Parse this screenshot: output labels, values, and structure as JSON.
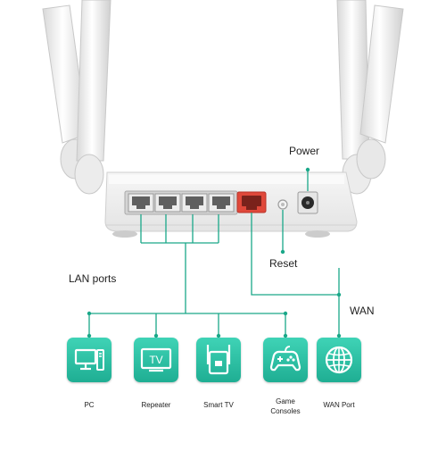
{
  "labels": {
    "power": "Power",
    "reset": "Reset",
    "lan_ports": "LAN ports",
    "wan": "WAN"
  },
  "devices": [
    {
      "label": "PC",
      "icon": "pc-icon"
    },
    {
      "label": "Repeater",
      "icon": "repeater-tv-icon"
    },
    {
      "label": "Smart TV",
      "icon": "range-extender-icon"
    },
    {
      "label": "Game\nConsoles",
      "icon": "gamepad-icon"
    },
    {
      "label": "WAN Port",
      "icon": "globe-icon"
    }
  ],
  "device_caption_tv": "TV",
  "colors": {
    "accent": "#1fae93",
    "line": "#1aa889",
    "wan_port": "#e0483a"
  }
}
